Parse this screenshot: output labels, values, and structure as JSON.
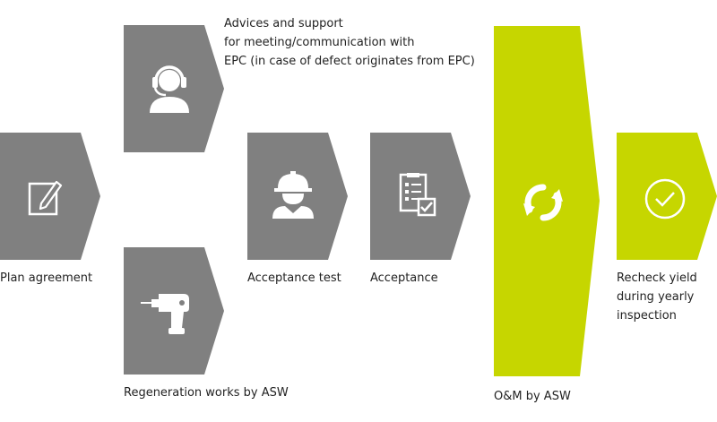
{
  "colors": {
    "step_gray": "#808080",
    "step_green": "#c6d600",
    "icon_white": "#ffffff",
    "text": "#222222"
  },
  "steps": [
    {
      "id": "plan",
      "icon": "pencil-note-icon",
      "label": "Plan agreement"
    },
    {
      "id": "advice",
      "icon": "headset-person-icon",
      "label_lines": [
        "Advices and support",
        "for meeting/communication with",
        "EPC (in case of defect originates from EPC)"
      ]
    },
    {
      "id": "regeneration",
      "icon": "power-drill-icon",
      "label": "Regeneration works by ASW"
    },
    {
      "id": "acceptance-test",
      "icon": "worker-hardhat-icon",
      "label": "Acceptance test"
    },
    {
      "id": "acceptance",
      "icon": "checklist-clipboard-icon",
      "label": "Acceptance"
    },
    {
      "id": "om",
      "icon": "circular-arrows-icon",
      "label": "O&M by ASW"
    },
    {
      "id": "recheck",
      "icon": "check-circle-icon",
      "label_lines": [
        "Recheck yield",
        "during yearly",
        "inspection"
      ]
    }
  ]
}
